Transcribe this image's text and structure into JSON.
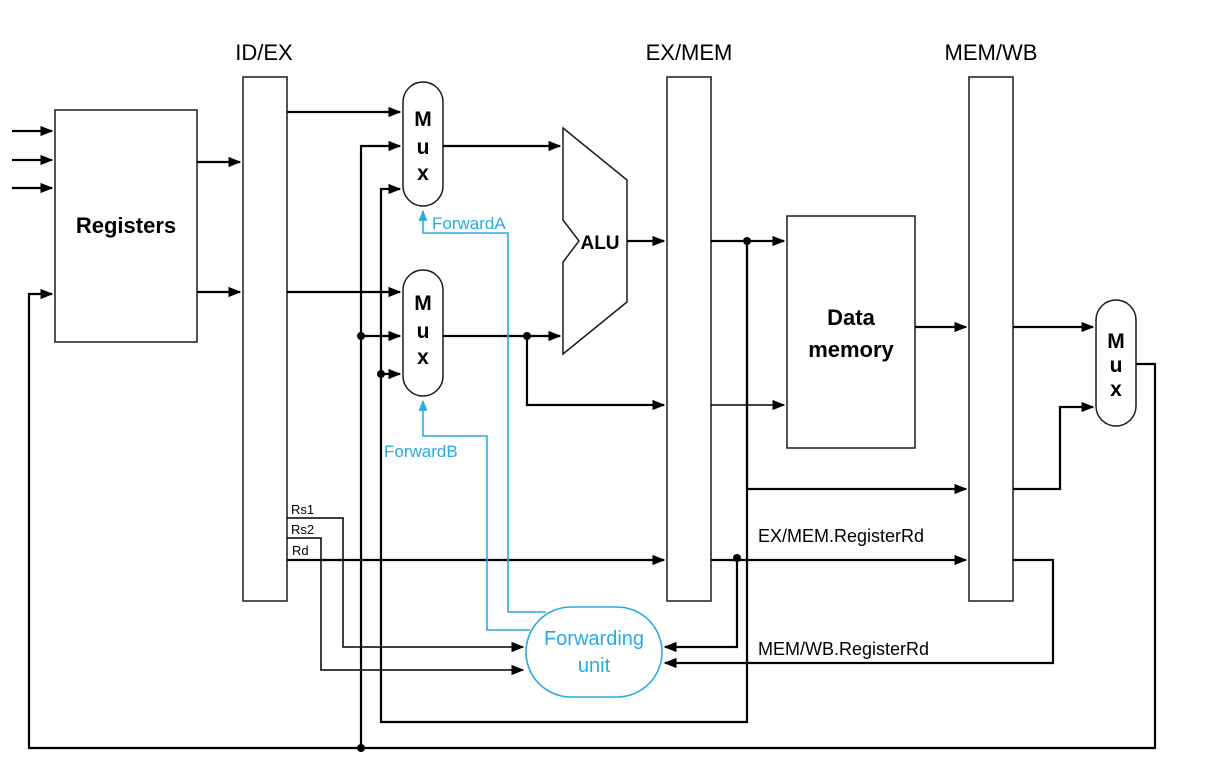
{
  "pipeline_registers": {
    "id_ex": "ID/EX",
    "ex_mem": "EX/MEM",
    "mem_wb": "MEM/WB"
  },
  "blocks": {
    "registers": "Registers",
    "alu": "ALU",
    "data_memory_line1": "Data",
    "data_memory_line2": "memory",
    "forwarding_unit_line1": "Forwarding",
    "forwarding_unit_line2": "unit"
  },
  "mux_letters": [
    "M",
    "u",
    "x"
  ],
  "signals": {
    "forward_a": "ForwardA",
    "forward_b": "ForwardB",
    "rs1": "Rs1",
    "rs2": "Rs2",
    "rd": "Rd",
    "ex_mem_rd": "EX/MEM.RegisterRd",
    "mem_wb_rd": "MEM/WB.RegisterRd"
  },
  "colors": {
    "forwarding": "#29abe2",
    "wire": "#000000"
  }
}
